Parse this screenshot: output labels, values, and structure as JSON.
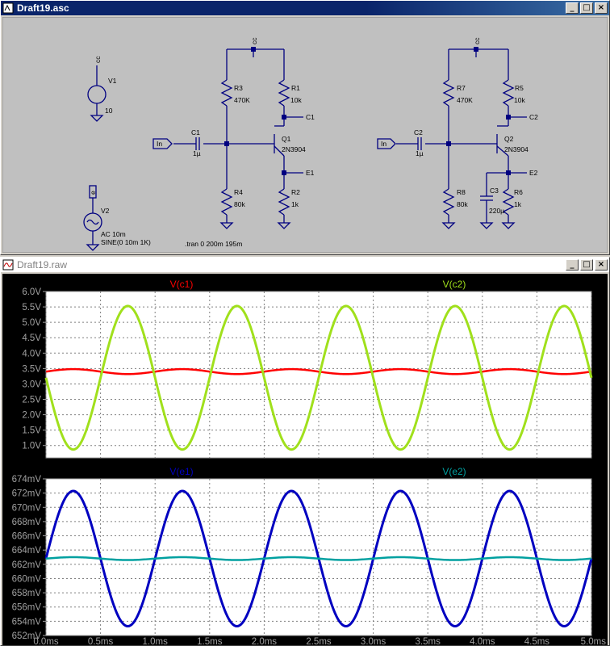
{
  "schematic_window": {
    "title": "Draft19.asc",
    "buttons": [
      "_",
      "□",
      "×"
    ],
    "components": {
      "v1": {
        "name": "V1",
        "value": "10",
        "node": "cc"
      },
      "v2": {
        "name": "V2",
        "value1": "AC 10m",
        "value2": "SINE(0 10m 1K)",
        "node": "e"
      },
      "r1": {
        "name": "R1",
        "value": "10k"
      },
      "r2": {
        "name": "R2",
        "value": "1k"
      },
      "r3": {
        "name": "R3",
        "value": "470K"
      },
      "r4": {
        "name": "R4",
        "value": "80k"
      },
      "r5": {
        "name": "R5",
        "value": "10k"
      },
      "r6": {
        "name": "R6",
        "value": "1k"
      },
      "r7": {
        "name": "R7",
        "value": "470K"
      },
      "r8": {
        "name": "R8",
        "value": "80k"
      },
      "c1": {
        "name": "C1",
        "value": "1µ"
      },
      "c2": {
        "name": "C2",
        "value": "1µ"
      },
      "c3": {
        "name": "C3",
        "value": "220µ"
      },
      "q1": {
        "name": "Q1",
        "value": "2N3904"
      },
      "q2": {
        "name": "Q2",
        "value": "2N3904"
      }
    },
    "nets": {
      "cc1": "cc",
      "cc2": "cc",
      "c1": "C1",
      "e1": "E1",
      "c2": "C2",
      "e2": "E2",
      "in1": "In",
      "in2": "In"
    },
    "directive": ".tran 0 200m 195m"
  },
  "waveform_window": {
    "title": "Draft19.raw",
    "buttons": [
      "_",
      "□",
      "×"
    ]
  },
  "chart_data": [
    {
      "type": "line",
      "xlabel": "",
      "ylabel": "",
      "xlim": [
        0,
        5
      ],
      "ylim": [
        0.6,
        6.0
      ],
      "x_ticks": [
        "0.0ms",
        "0.5ms",
        "1.0ms",
        "1.5ms",
        "2.0ms",
        "2.5ms",
        "3.0ms",
        "3.5ms",
        "4.0ms",
        "4.5ms",
        "5.0ms"
      ],
      "y_ticks": [
        "6.0V",
        "5.5V",
        "5.0V",
        "4.5V",
        "4.0V",
        "3.5V",
        "3.0V",
        "2.5V",
        "2.0V",
        "1.5V",
        "1.0V"
      ],
      "series": [
        {
          "name": "V(c1)",
          "color": "#ff0000",
          "offset": 3.4,
          "amplitude": 0.08,
          "sign": 1
        },
        {
          "name": "V(c2)",
          "color": "#a0e01c",
          "offset": 3.2,
          "amplitude": 2.33,
          "sign": -1
        }
      ],
      "grid": true
    },
    {
      "type": "line",
      "xlabel": "",
      "ylabel": "",
      "xlim": [
        0,
        5
      ],
      "ylim": [
        652,
        674
      ],
      "x_ticks": [
        "0.0ms",
        "0.5ms",
        "1.0ms",
        "1.5ms",
        "2.0ms",
        "2.5ms",
        "3.0ms",
        "3.5ms",
        "4.0ms",
        "4.5ms",
        "5.0ms"
      ],
      "y_ticks": [
        "674mV",
        "672mV",
        "670mV",
        "668mV",
        "666mV",
        "664mV",
        "662mV",
        "660mV",
        "658mV",
        "656mV",
        "654mV",
        "652mV"
      ],
      "series": [
        {
          "name": "V(e1)",
          "color": "#0000c0",
          "offset": 662.8,
          "amplitude": 9.5,
          "sign": 1
        },
        {
          "name": "V(e2)",
          "color": "#00a0a0",
          "offset": 662.8,
          "amplitude": 0.2,
          "sign": 1
        }
      ],
      "grid": true
    }
  ]
}
